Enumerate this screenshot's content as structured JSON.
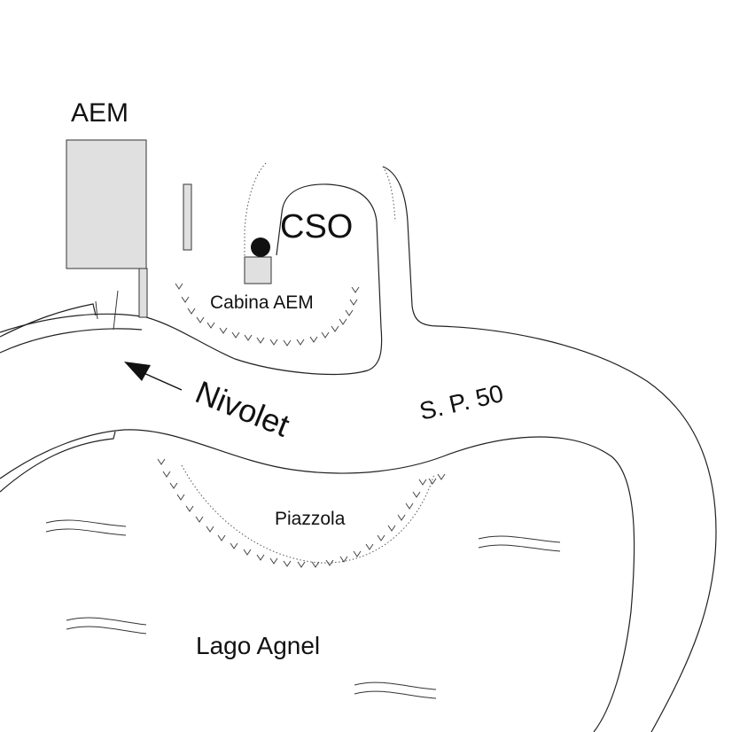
{
  "labels": {
    "aem": "AEM",
    "cso": "CSO",
    "cabina": "Cabina AEM",
    "nivolet": "Nivolet",
    "road": "S. P. 50",
    "piazzola": "Piazzola",
    "lake": "Lago Agnel"
  },
  "colors": {
    "line": "#222222",
    "building_fill": "#e0e0e0",
    "marker": "#111111",
    "background": "#ffffff"
  },
  "icons": {
    "direction": "arrow-left-icon",
    "station": "filled-circle-marker",
    "water": "wave-icon"
  }
}
